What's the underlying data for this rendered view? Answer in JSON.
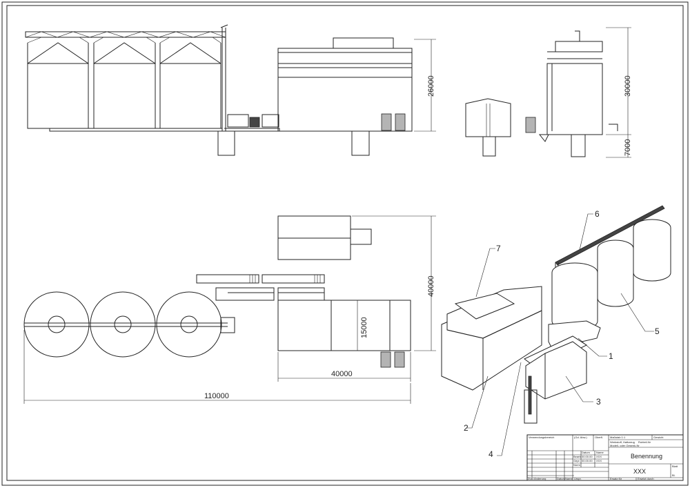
{
  "dimensions": {
    "side_height": "26000",
    "end_height": "30000",
    "end_depth": "7000",
    "plan_depth": "40000",
    "building_width": "15000",
    "building_length": "40000",
    "total_length": "110000"
  },
  "callouts": [
    "1",
    "2",
    "3",
    "4",
    "5",
    "6",
    "7"
  ],
  "title_block": {
    "usage": "Verwendungsbereich",
    "tolerance": "(Gd. Abw.)",
    "surface": "Oberfl.",
    "scale": "Maßstab 1:1",
    "weight": "Gewicht",
    "material_1": "Werkstoff, Halbzeug",
    "material_2": "Rohteil-Nr",
    "material_3": "Modell- oder Gesenk-Nr",
    "date_h": "Datum",
    "name_h": "Name",
    "drawn": "Bearb.",
    "drawn_date": "00.00.00",
    "drawn_name": "XXX",
    "checked": "Gepr.",
    "checked_date": "00.00.00",
    "checked_name": "XXX",
    "norm": "Norm",
    "title": "Benennung",
    "drawing_no": "XXX",
    "sheet": "Blatt",
    "sheets": "Bl.",
    "rev": "Zust.",
    "change": "Änderung",
    "rev_date": "Datum",
    "rev_name": "Name",
    "origin": "Urspr.",
    "replaces": "Ersatz für",
    "replaced_by": "Ersetzt durch"
  }
}
